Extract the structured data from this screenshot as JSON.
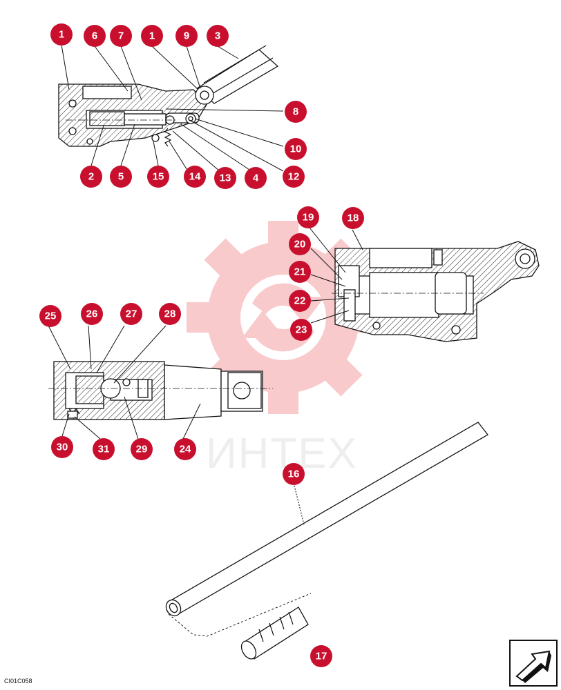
{
  "watermark": {
    "text": "ИНТЕХ",
    "color": "#e8141c"
  },
  "figure_code": "CI01C058",
  "callout_color": "#c8102e",
  "callouts": [
    "1",
    "6",
    "7",
    "1",
    "9",
    "3",
    "8",
    "10",
    "2",
    "5",
    "15",
    "14",
    "13",
    "4",
    "12",
    "19",
    "18",
    "20",
    "21",
    "22",
    "23",
    "25",
    "26",
    "27",
    "28",
    "30",
    "31",
    "29",
    "24",
    "16",
    "17"
  ],
  "nav_icon": "next-page-arrow-icon"
}
